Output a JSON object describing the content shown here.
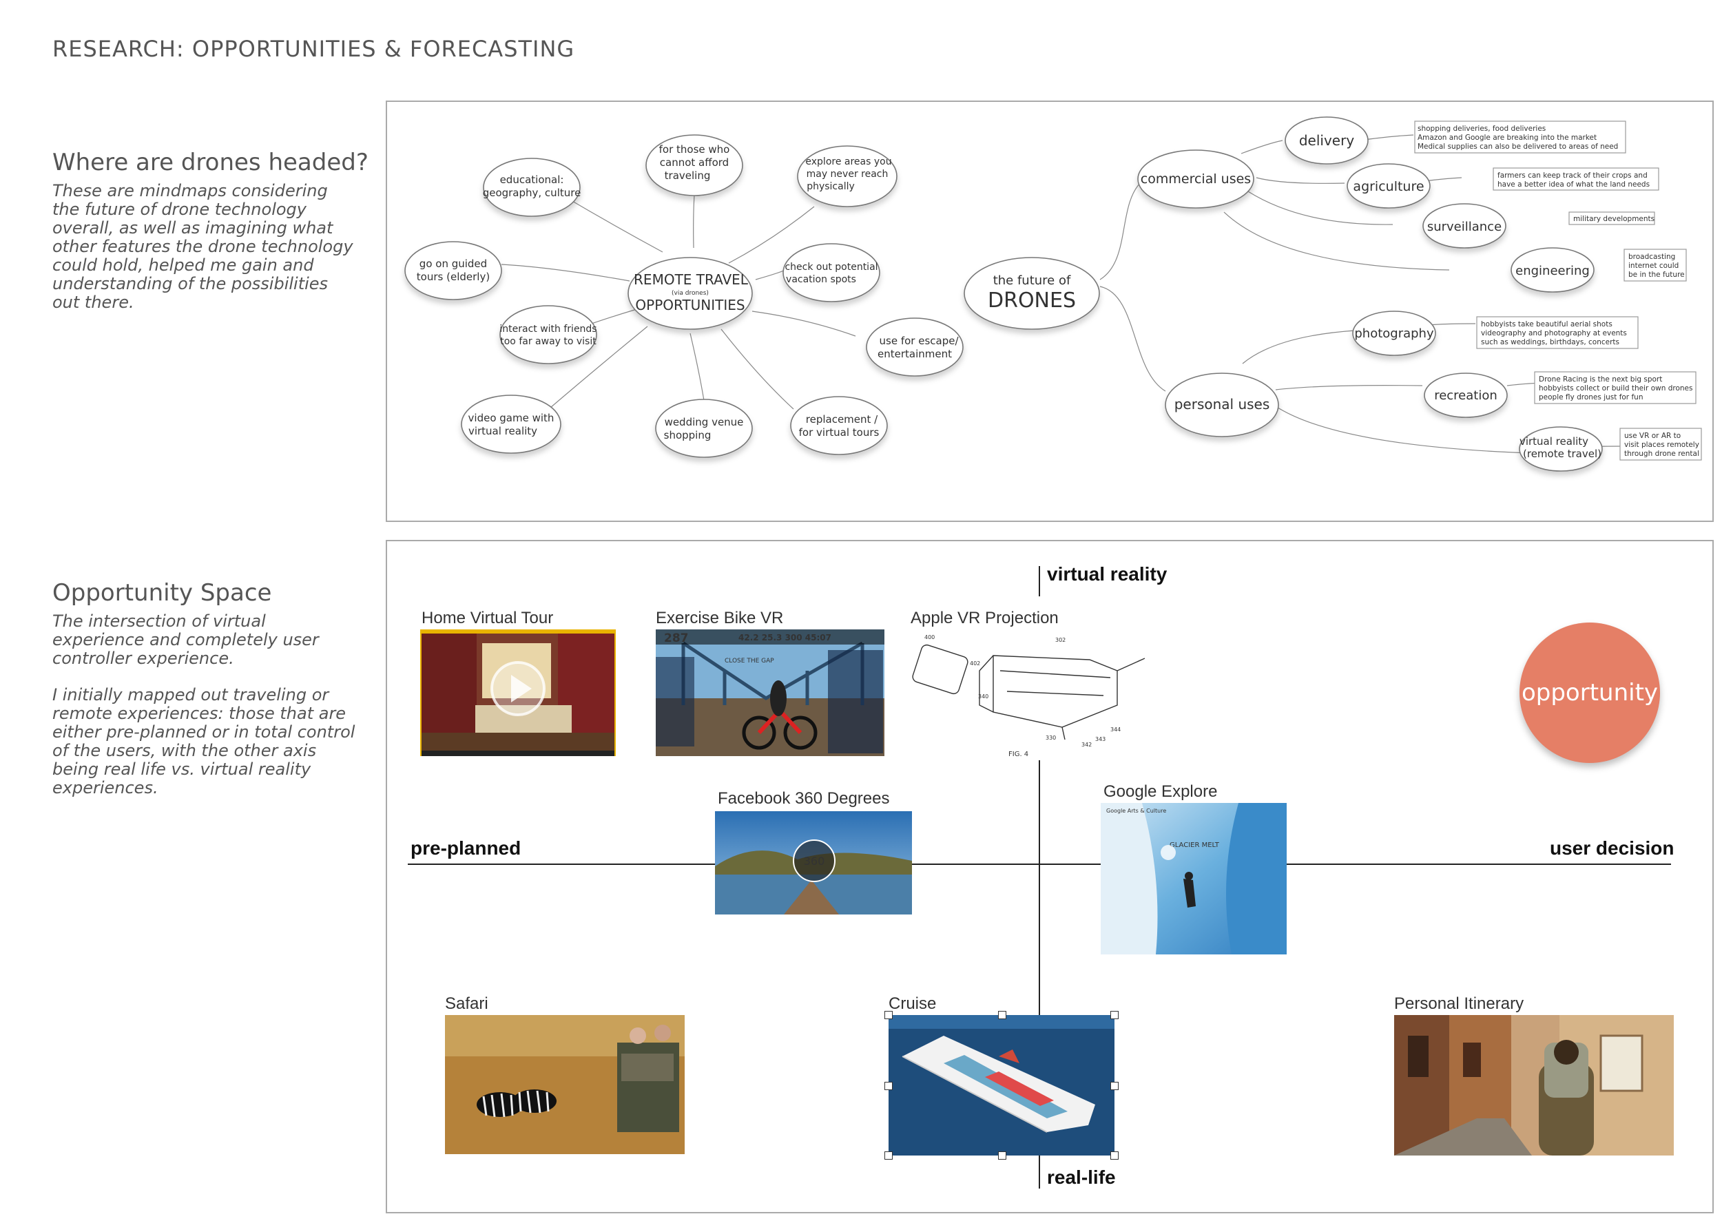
{
  "page": {
    "title": "RESEARCH: OPPORTUNITIES & FORECASTING"
  },
  "section1": {
    "heading": "Where are drones headed?",
    "text": "These are mindmaps considering the future of drone technology overall, as well as imagining what other features the drone technology could hold, helped me gain and understanding of the possibilities out there."
  },
  "section2": {
    "heading": "Opportunity Space",
    "text1": "The intersection of virtual experience and completely user controller experience.",
    "text2": "I initially mapped out traveling or remote experiences: those that are either pre-planned or in total control of the users, with the other axis being real life vs. virtual reality experiences."
  },
  "mindmap_left": {
    "center_line1": "REMOTE TRAVEL",
    "center_small": "(via drones)",
    "center_line2": "OPPORTUNITIES",
    "nodes": [
      [
        "educational:",
        "geography, culture"
      ],
      [
        "for those who",
        "cannot afford",
        "traveling"
      ],
      [
        "explore areas you",
        "may never reach",
        "physically"
      ],
      [
        "go on guided",
        "tours (elderly)"
      ],
      [
        "check out potential",
        "vacation spots"
      ],
      [
        "interact with friends",
        "too far away to visit"
      ],
      [
        "use for escape/",
        "entertainment"
      ],
      [
        "video game with",
        "virtual reality"
      ],
      [
        "wedding venue",
        "shopping"
      ],
      [
        "replacement  /",
        "for virtual tours"
      ]
    ]
  },
  "mindmap_right": {
    "center_line1": "the future of",
    "center_line2": "DRONES",
    "commercial": "commercial uses",
    "personal": "personal uses",
    "branches": {
      "delivery": "delivery",
      "agriculture": "agriculture",
      "surveillance": "surveillance",
      "engineering": "engineering",
      "photography": "photography",
      "recreation": "recreation",
      "vr_line1": "virtual reality",
      "vr_line2": "(remote travel)"
    },
    "notes": {
      "delivery": [
        "shopping deliveries, food deliveries",
        "Amazon and Google are breaking into the market",
        "Medical supplies can also be delivered to areas of need"
      ],
      "agriculture": [
        "farmers can keep track of their crops and",
        "have a better idea of what the land needs"
      ],
      "surveillance": [
        "military developments"
      ],
      "engineering": [
        "broadcasting",
        "internet could",
        "be in the future"
      ],
      "photography": [
        "hobbyists take beautiful aerial shots",
        "videography and photography at events",
        "such as weddings, birthdays, concerts"
      ],
      "recreation": [
        "Drone Racing is the next big sport",
        "hobbyists collect or build their own drones",
        "people fly drones just for fun"
      ],
      "vr": [
        "use VR or AR to",
        "visit places remotely",
        "through drone rental"
      ]
    }
  },
  "opportunity_space": {
    "axes": {
      "top": "virtual reality",
      "bottom": "real-life",
      "left": "pre-planned",
      "right": "user decision"
    },
    "opportunity_label": "opportunity",
    "items": {
      "home_tour": "Home Virtual Tour",
      "bike_vr": "Exercise Bike VR",
      "apple_vr": "Apple VR Projection",
      "fb360": "Facebook 360 Degrees",
      "google_explore": "Google Explore",
      "safari": "Safari",
      "cruise": "Cruise",
      "itinerary": "Personal Itinerary"
    },
    "image_text": {
      "fb_badge": "360",
      "bike_speed": "287",
      "bike_stats": "42.2  25.3  300  45:07",
      "bike_banner": "CLOSE THE GAP",
      "patent_fig": "FIG. 4",
      "patent_nums": [
        "400",
        "302",
        "402",
        "340",
        "330",
        "342",
        "343",
        "344"
      ],
      "google_brand": "Google Arts & Culture",
      "google_title": "GLACIER MELT"
    },
    "colors": {
      "opportunity": "#e57f66"
    }
  }
}
